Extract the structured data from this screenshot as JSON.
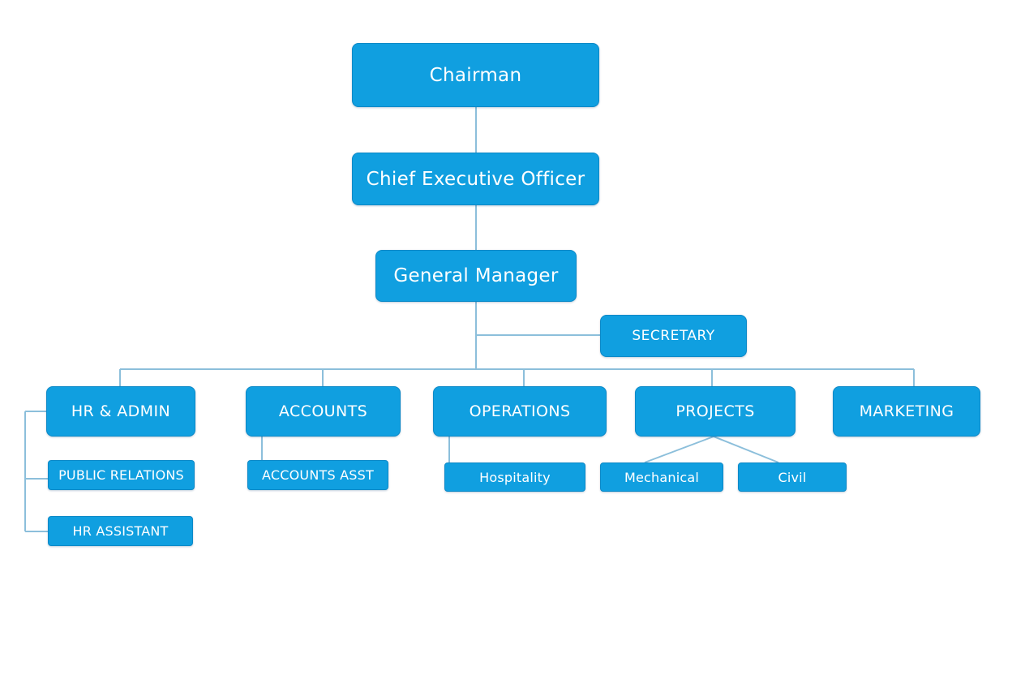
{
  "org_chart": {
    "chairman": "Chairman",
    "ceo": "Chief Executive Officer",
    "general_manager": "General Manager",
    "secretary": "SECRETARY",
    "departments": {
      "hr_admin": "HR & ADMIN",
      "accounts": "ACCOUNTS",
      "operations": "OPERATIONS",
      "projects": "PROJECTS",
      "marketing": "MARKETING"
    },
    "sub_units": {
      "public_relations": "PUBLIC RELATIONS",
      "hr_assistant": "HR ASSISTANT",
      "accounts_asst": "ACCOUNTS ASST",
      "hospitality": "Hospitality",
      "mechanical": "Mechanical",
      "civil": "Civil"
    }
  },
  "colors": {
    "box_fill": "#109fe0",
    "box_border": "#0c89c7",
    "box_text": "#ffffff",
    "connector": "#8cbfdb",
    "background": "#ffffff"
  }
}
